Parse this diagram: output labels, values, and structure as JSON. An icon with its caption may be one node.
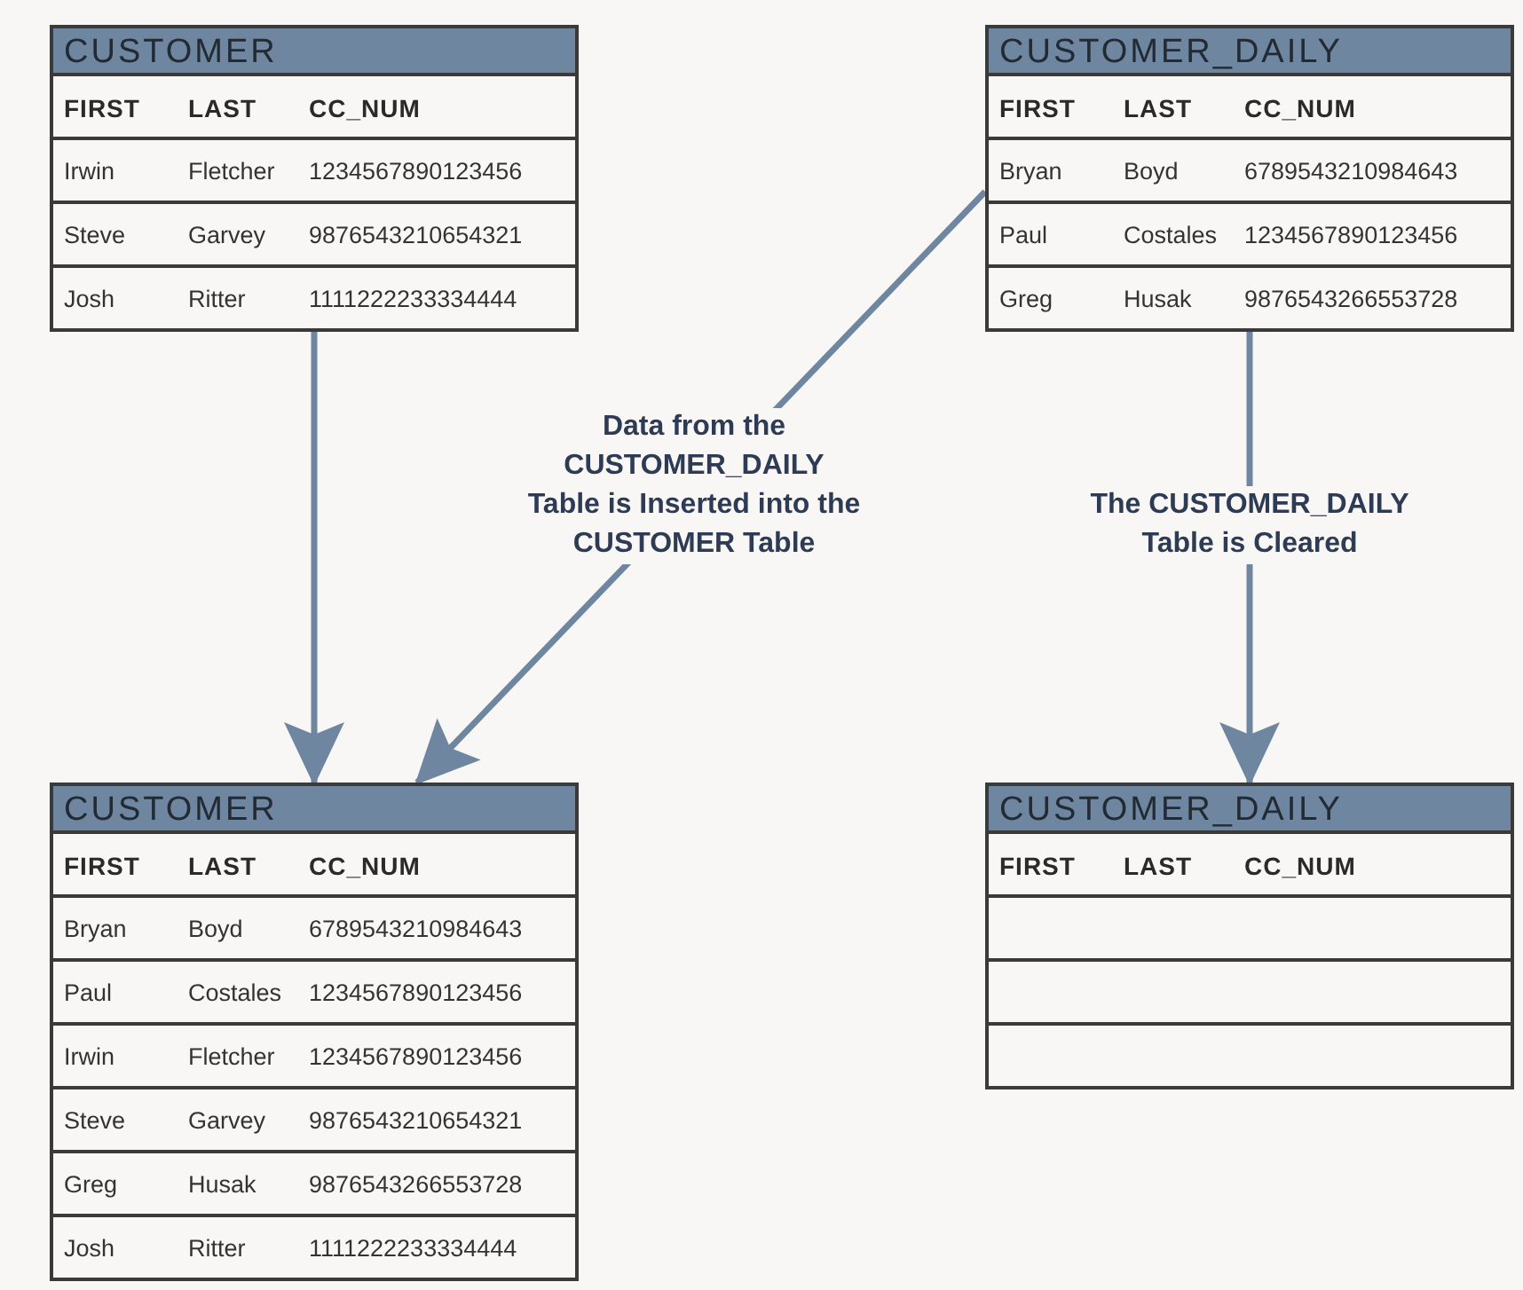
{
  "diagram": {
    "nodes": [
      {
        "text": [
          "CUSTOMER"
        ]
      },
      {
        "text": [
          "FIRST",
          "LAST",
          "CC_NUM"
        ],
        "in": 0
      },
      {
        "text": [
          "Irwin",
          "Fletcher",
          "1234567890123456"
        ],
        "in": 0
      },
      {
        "text": [
          "Steve",
          "Garvey",
          "9876543210654321"
        ],
        "in": 0
      },
      {
        "text": [
          "Josh",
          "Ritter",
          "1111222233334444"
        ],
        "in": 0
      },
      {
        "text": [
          "CUSTOMER_DAILY"
        ]
      },
      {
        "text": [
          "FIRST",
          "LAST",
          "CC_NUM"
        ],
        "in": 5
      },
      {
        "text": [
          "Bryan",
          "Boyd",
          "6789543210984643"
        ],
        "in": 5
      },
      {
        "text": [
          "Paul",
          "Costales",
          "1234567890123456"
        ],
        "in": 5
      },
      {
        "text": [
          "Greg",
          "Husak",
          "9876543266553728"
        ],
        "in": 5
      },
      {
        "text": [
          "CUSTOMER"
        ]
      },
      {
        "text": [
          "FIRST",
          "LAST",
          "CC_NUM"
        ],
        "in": 10
      },
      {
        "text": [
          "Bryan",
          "Boyd",
          "6789543210984643"
        ],
        "in": 10
      },
      {
        "text": [
          "Paul",
          "Costales",
          "1234567890123456"
        ],
        "in": 10
      },
      {
        "text": [
          "Irwin",
          "Fletcher",
          "1234567890123456"
        ],
        "in": 10
      },
      {
        "text": [
          "Steve",
          "Garvey",
          "9876543210654321"
        ],
        "in": 10
      },
      {
        "text": [
          "Greg",
          "Husak",
          "9876543266553728"
        ],
        "in": 10
      },
      {
        "text": [
          "Josh",
          "Ritter",
          "1111222233334444"
        ],
        "in": 10
      },
      {
        "text": [
          "CUSTOMER_DAILY"
        ]
      },
      {
        "text": [
          "FIRST",
          "LAST",
          "CC_NUM"
        ],
        "in": 18
      },
      {
        "text": [],
        "shape": "box",
        "in": 18
      },
      {
        "text": [],
        "shape": "box",
        "in": 18
      },
      {
        "text": [],
        "shape": "box",
        "in": 18
      }
    ],
    "edges": [
      {
        "from": 0,
        "to": 10,
        "arrow": "to"
      },
      {
        "from": 5,
        "to": 10,
        "arrow": "to",
        "label": "Data from the CUSTOMER_DAILY Table is Inserted into the CUSTOMER Table"
      },
      {
        "from": 5,
        "to": 18,
        "arrow": "to",
        "label": "The CUSTOMER_DAILY Table is Cleared"
      }
    ]
  }
}
